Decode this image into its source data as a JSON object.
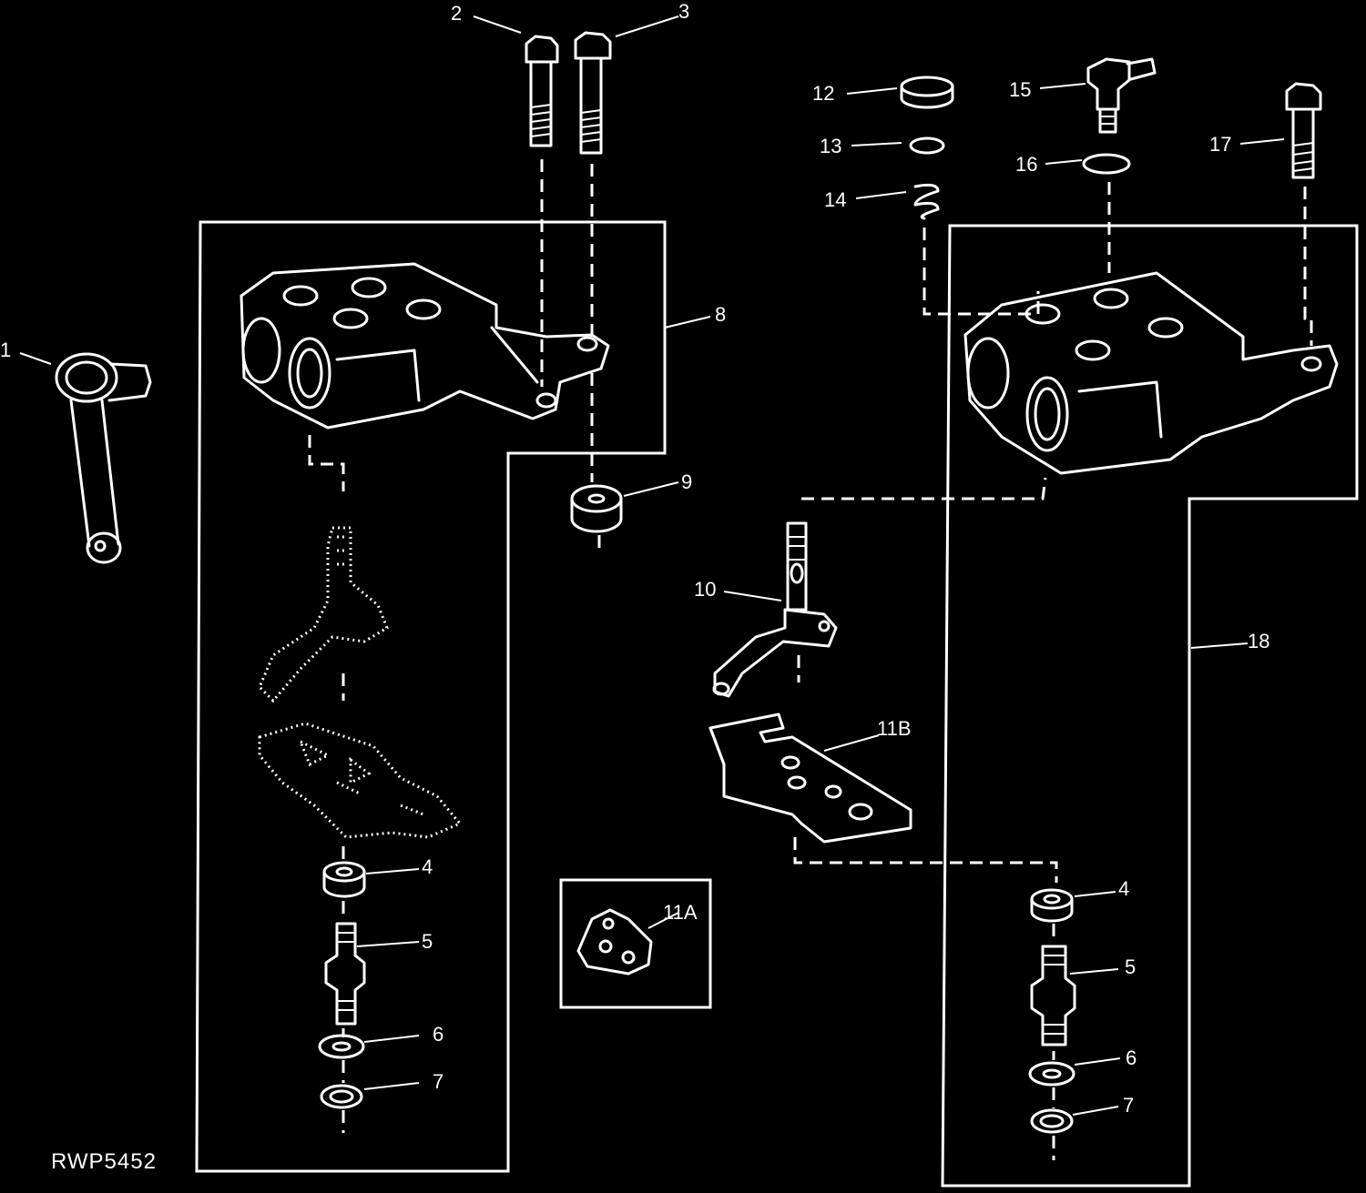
{
  "figure_id": "RWP5452",
  "callouts": {
    "c1": "1",
    "c2": "2",
    "c3": "3",
    "c4_left": "4",
    "c5_left": "5",
    "c6_left": "6",
    "c7_left": "7",
    "c8": "8",
    "c9": "9",
    "c10": "10",
    "c11a": "11A",
    "c11b": "11B",
    "c12": "12",
    "c13": "13",
    "c14": "14",
    "c15": "15",
    "c16": "16",
    "c17": "17",
    "c18": "18",
    "c4_right": "4",
    "c5_right": "5",
    "c6_right": "6",
    "c7_right": "7"
  },
  "colors": {
    "background": "#000000",
    "line": "#ffffff"
  }
}
